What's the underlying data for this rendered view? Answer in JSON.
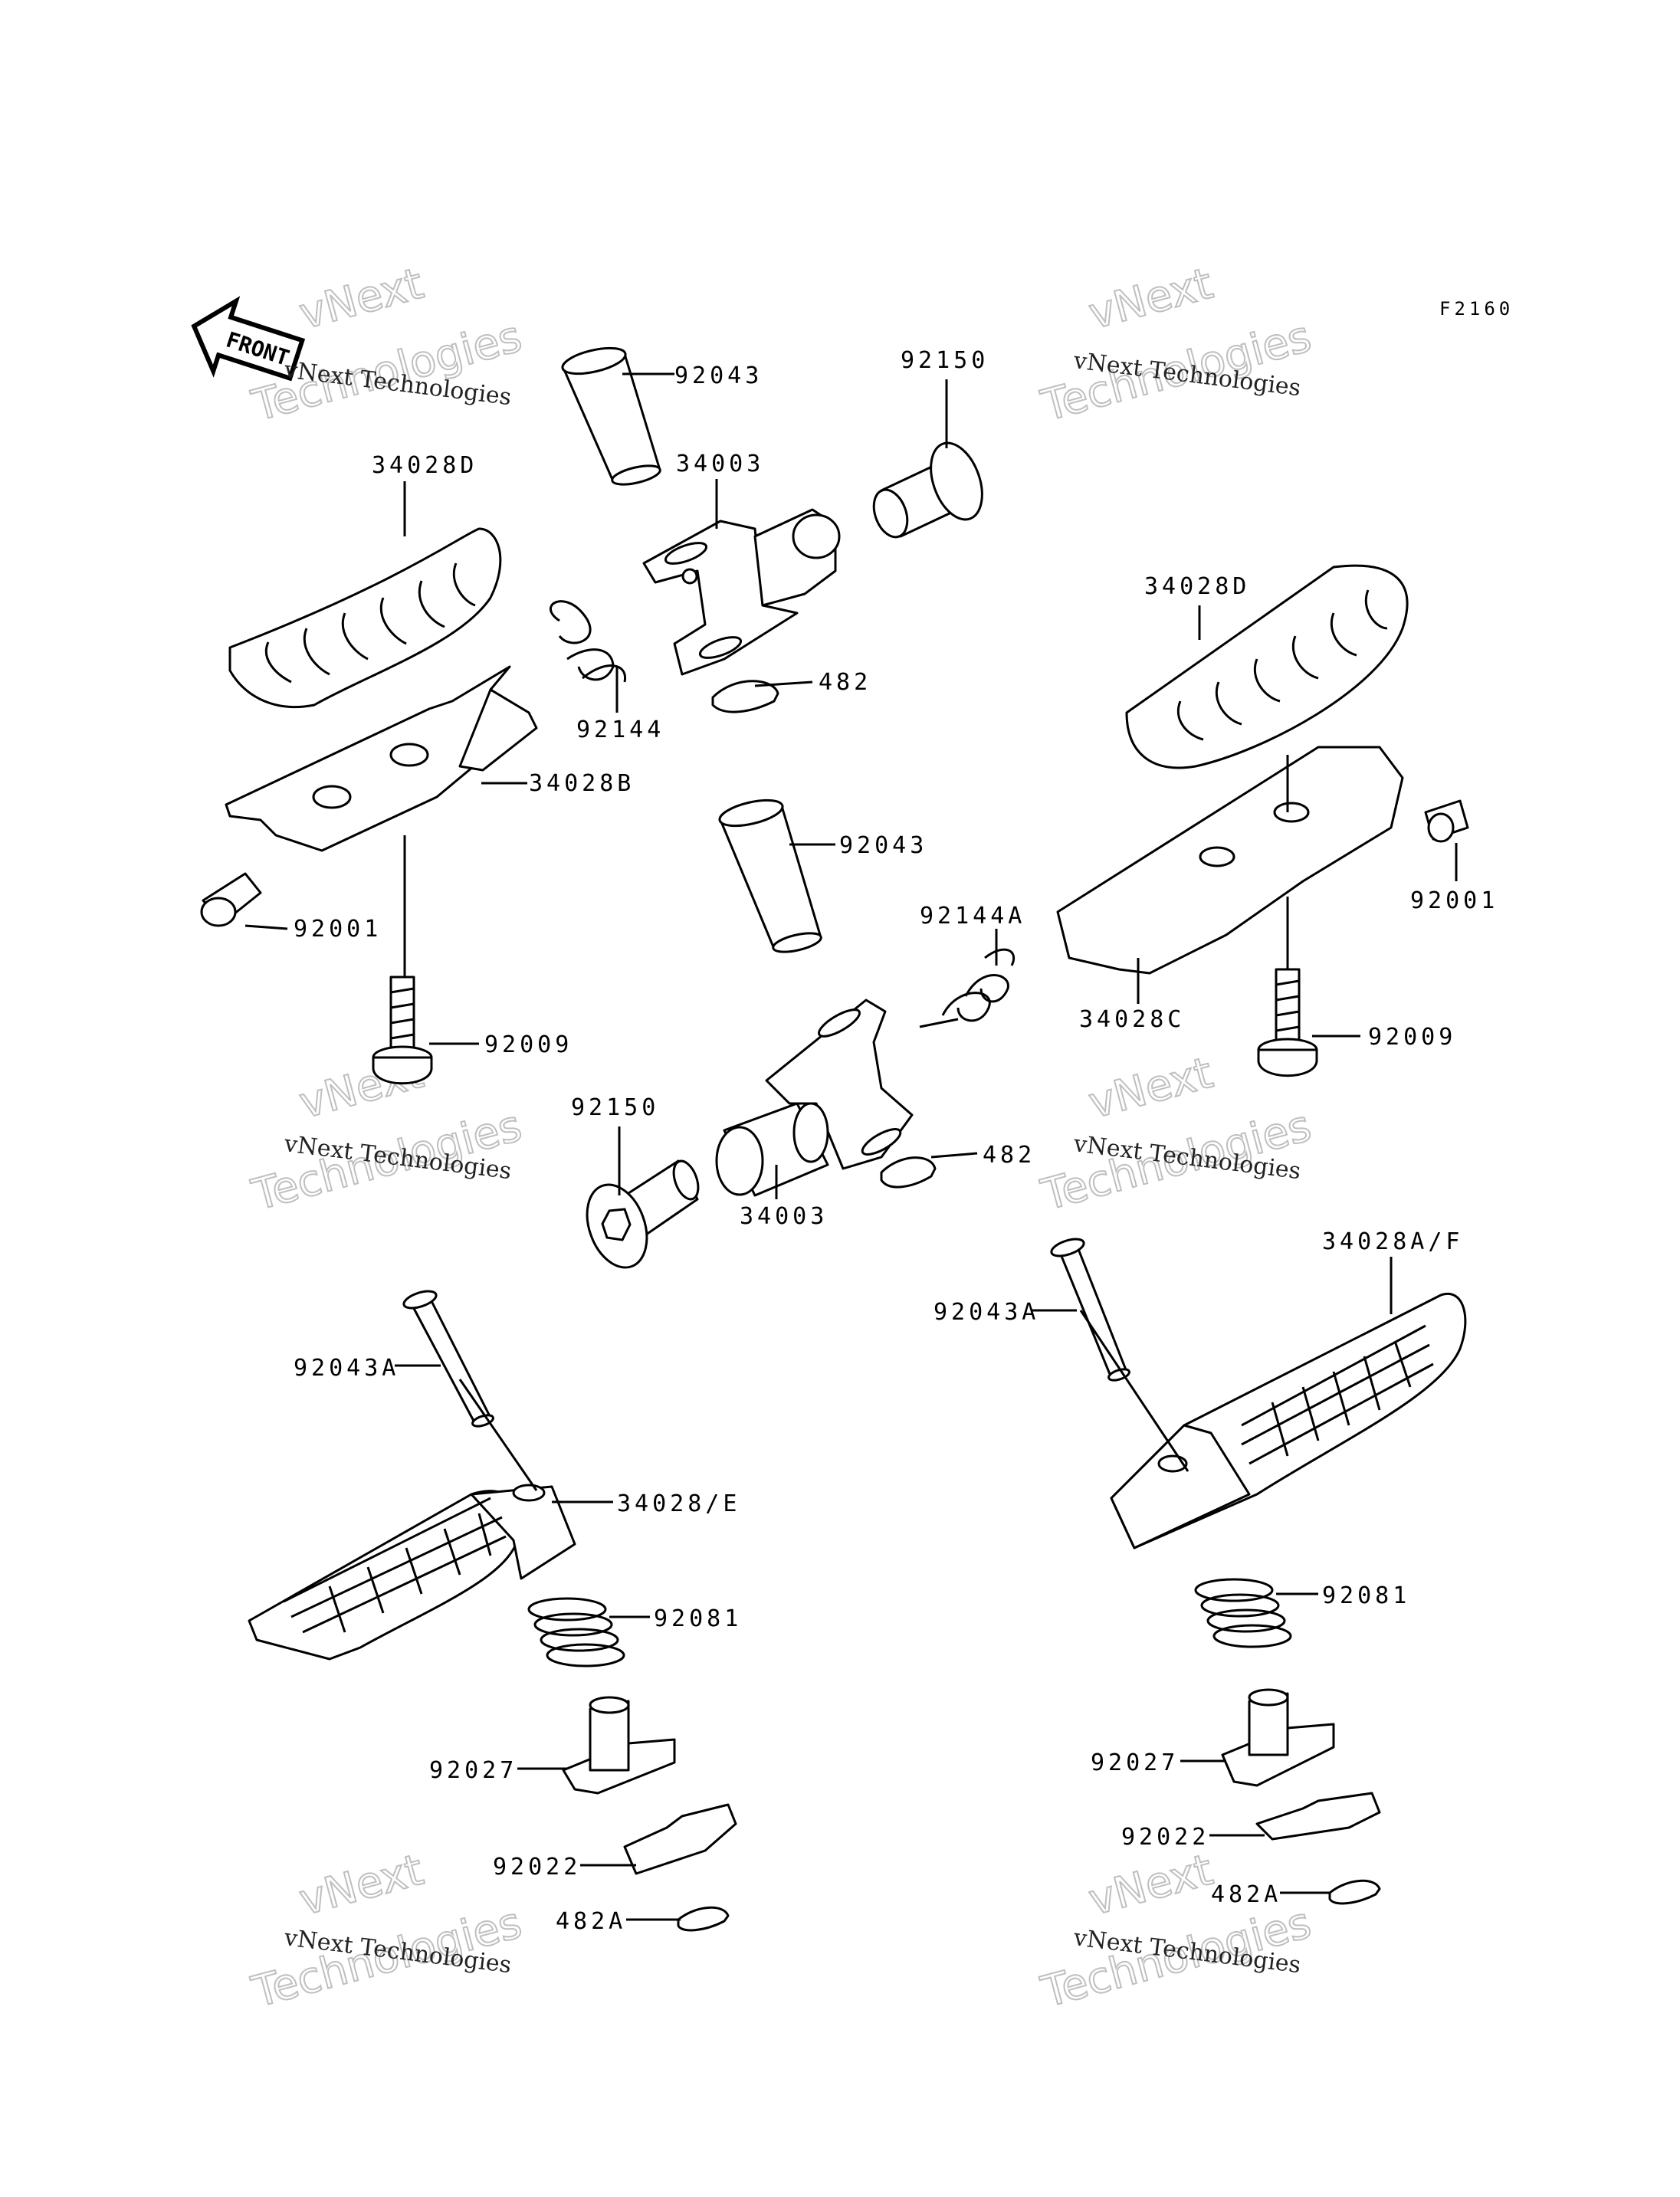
{
  "diagram_code": "F2160",
  "front_label": "FRONT",
  "watermark": {
    "line1": "vNext Technologies",
    "line2": "vNext",
    "line3": "Technologies"
  },
  "callouts": [
    {
      "id": "c-92043-top",
      "text": "92043"
    },
    {
      "id": "c-92150-top",
      "text": "92150"
    },
    {
      "id": "c-34003-top",
      "text": "34003"
    },
    {
      "id": "c-34028D-left",
      "text": "34028D"
    },
    {
      "id": "c-92144",
      "text": "92144"
    },
    {
      "id": "c-482-top",
      "text": "482"
    },
    {
      "id": "c-34028B",
      "text": "34028B"
    },
    {
      "id": "c-92001-left",
      "text": "92001"
    },
    {
      "id": "c-92009-left",
      "text": "92009"
    },
    {
      "id": "c-34028D-right",
      "text": "34028D"
    },
    {
      "id": "c-92001-right",
      "text": "92001"
    },
    {
      "id": "c-34028C",
      "text": "34028C"
    },
    {
      "id": "c-92009-right",
      "text": "92009"
    },
    {
      "id": "c-92043-mid",
      "text": "92043"
    },
    {
      "id": "c-92144A",
      "text": "92144A"
    },
    {
      "id": "c-92150-mid",
      "text": "92150"
    },
    {
      "id": "c-482-mid",
      "text": "482"
    },
    {
      "id": "c-34003-mid",
      "text": "34003"
    },
    {
      "id": "c-34028AF",
      "text": "34028A/F"
    },
    {
      "id": "c-92043A-right",
      "text": "92043A"
    },
    {
      "id": "c-92043A-left",
      "text": "92043A"
    },
    {
      "id": "c-34028E",
      "text": "34028/E"
    },
    {
      "id": "c-92081-left",
      "text": "92081"
    },
    {
      "id": "c-92081-right",
      "text": "92081"
    },
    {
      "id": "c-92027-left",
      "text": "92027"
    },
    {
      "id": "c-92027-right",
      "text": "92027"
    },
    {
      "id": "c-92022-left",
      "text": "92022"
    },
    {
      "id": "c-92022-right",
      "text": "92022"
    },
    {
      "id": "c-482A-left",
      "text": "482A"
    },
    {
      "id": "c-482A-right",
      "text": "482A"
    }
  ]
}
